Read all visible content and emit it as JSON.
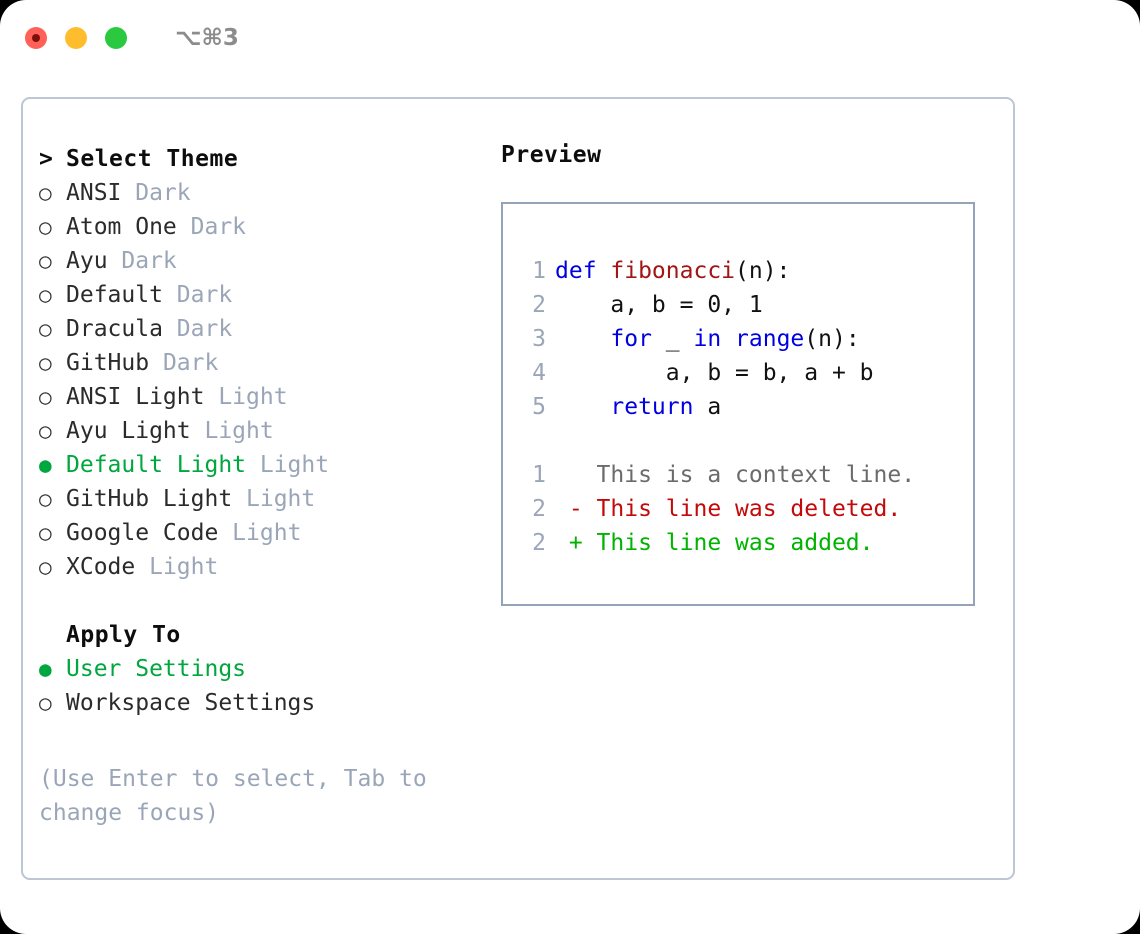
{
  "window": {
    "title": "⌥⌘3",
    "traffic_lights": [
      {
        "name": "close",
        "color": "#ff6159"
      },
      {
        "name": "minimize",
        "color": "#ffbd2e"
      },
      {
        "name": "maximize",
        "color": "#2ac940"
      }
    ]
  },
  "theme_picker": {
    "header": "Select Theme",
    "caret": ">",
    "bullet_off": "○",
    "bullet_on": "●",
    "items": [
      {
        "label": "ANSI",
        "tag": "Dark",
        "selected": false
      },
      {
        "label": "Atom One",
        "tag": "Dark",
        "selected": false
      },
      {
        "label": "Ayu",
        "tag": "Dark",
        "selected": false
      },
      {
        "label": "Default",
        "tag": "Dark",
        "selected": false
      },
      {
        "label": "Dracula",
        "tag": "Dark",
        "selected": false
      },
      {
        "label": "GitHub",
        "tag": "Dark",
        "selected": false
      },
      {
        "label": "ANSI Light",
        "tag": "Light",
        "selected": false
      },
      {
        "label": "Ayu Light",
        "tag": "Light",
        "selected": false
      },
      {
        "label": "Default Light",
        "tag": "Light",
        "selected": true
      },
      {
        "label": "GitHub Light",
        "tag": "Light",
        "selected": false
      },
      {
        "label": "Google Code",
        "tag": "Light",
        "selected": false
      },
      {
        "label": "XCode",
        "tag": "Light",
        "selected": false
      }
    ]
  },
  "apply_to": {
    "header": "Apply To",
    "items": [
      {
        "label": "User Settings",
        "selected": true
      },
      {
        "label": "Workspace Settings",
        "selected": false
      }
    ]
  },
  "hint": "(Use Enter to select, Tab to change focus)",
  "preview": {
    "title": "Preview",
    "code_lines": [
      {
        "number": "1",
        "tokens": [
          {
            "text": "def ",
            "kind": "kw"
          },
          {
            "text": "fibonacci",
            "kind": "fn"
          },
          {
            "text": "(n):",
            "kind": "plain"
          }
        ]
      },
      {
        "number": "2",
        "tokens": [
          {
            "text": "    a, b = 0, 1",
            "kind": "plain"
          }
        ]
      },
      {
        "number": "3",
        "tokens": [
          {
            "text": "    ",
            "kind": "plain"
          },
          {
            "text": "for",
            "kind": "kw"
          },
          {
            "text": " _ ",
            "kind": "plain"
          },
          {
            "text": "in",
            "kind": "kw"
          },
          {
            "text": " ",
            "kind": "plain"
          },
          {
            "text": "range",
            "kind": "kw"
          },
          {
            "text": "(n):",
            "kind": "plain"
          }
        ]
      },
      {
        "number": "4",
        "tokens": [
          {
            "text": "        a, b = b, a + b",
            "kind": "plain"
          }
        ]
      },
      {
        "number": "5",
        "tokens": [
          {
            "text": "    ",
            "kind": "plain"
          },
          {
            "text": "return",
            "kind": "kw"
          },
          {
            "text": " a",
            "kind": "plain"
          }
        ]
      }
    ],
    "diff_lines": [
      {
        "number": "1",
        "marker": " ",
        "text": " This is a context line.",
        "kind": "ctx"
      },
      {
        "number": "2",
        "marker": "-",
        "text": " This line was deleted.",
        "kind": "del"
      },
      {
        "number": "2",
        "marker": "+",
        "text": " This line was added.",
        "kind": "add"
      }
    ]
  },
  "colors": {
    "accent_green": "#00a63e",
    "tag_gray": "#9aa6b8",
    "keyword_blue": "#0000e0",
    "function_red": "#a31515",
    "diff_delete": "#c20a0a",
    "diff_add": "#00b300",
    "border": "#94a3b8",
    "card_border": "#bcc6d4"
  }
}
